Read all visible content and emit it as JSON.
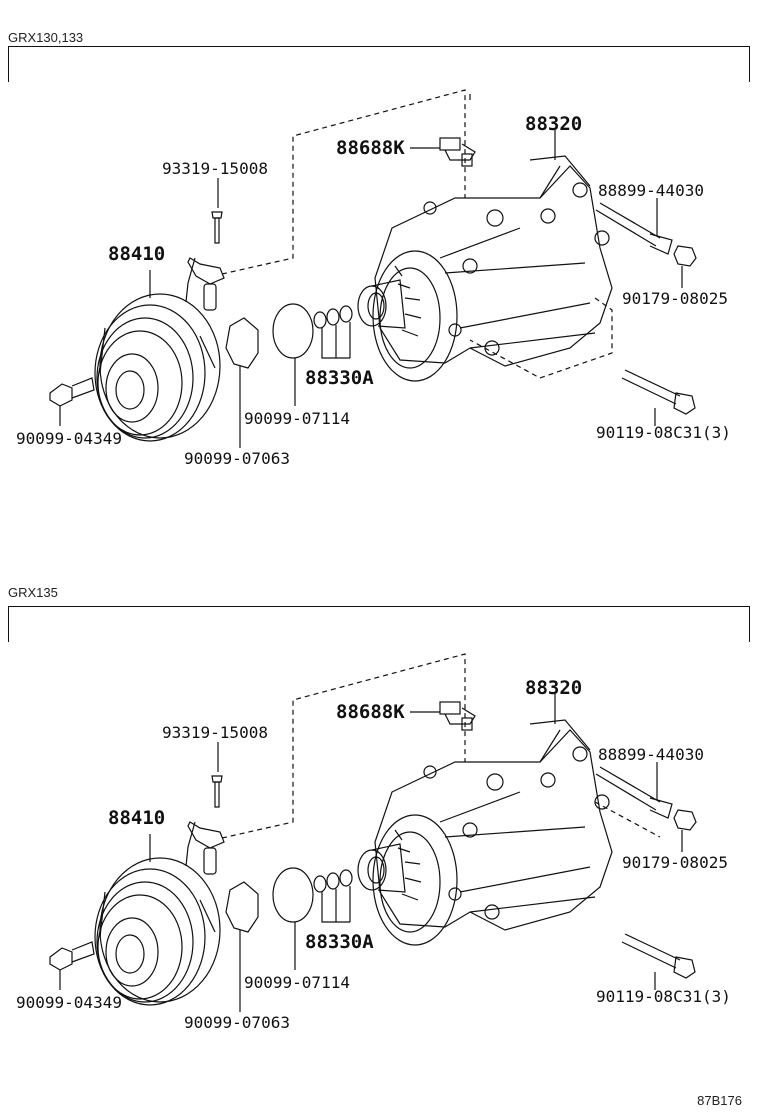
{
  "sections": [
    {
      "label": "GRX130,133",
      "parts": {
        "compressor": "88320",
        "switch": "88688K",
        "bolt_long": "88899-44030",
        "nut": "90179-08025",
        "bolt_lower": "90119-08C31(3)",
        "screw": "93319-15008",
        "clutch": "88410",
        "oring_set": "88330A",
        "snap_ring": "90099-07114",
        "shim": "90099-07063",
        "center_bolt": "90099-04349"
      }
    },
    {
      "label": "GRX135",
      "parts": {
        "compressor": "88320",
        "switch": "88688K",
        "bolt_long": "88899-44030",
        "nut": "90179-08025",
        "bolt_lower": "90119-08C31(3)",
        "screw": "93319-15008",
        "clutch": "88410",
        "oring_set": "88330A",
        "snap_ring": "90099-07114",
        "shim": "90099-07063",
        "center_bolt": "90099-04349"
      }
    }
  ],
  "figure_code": "87B176"
}
